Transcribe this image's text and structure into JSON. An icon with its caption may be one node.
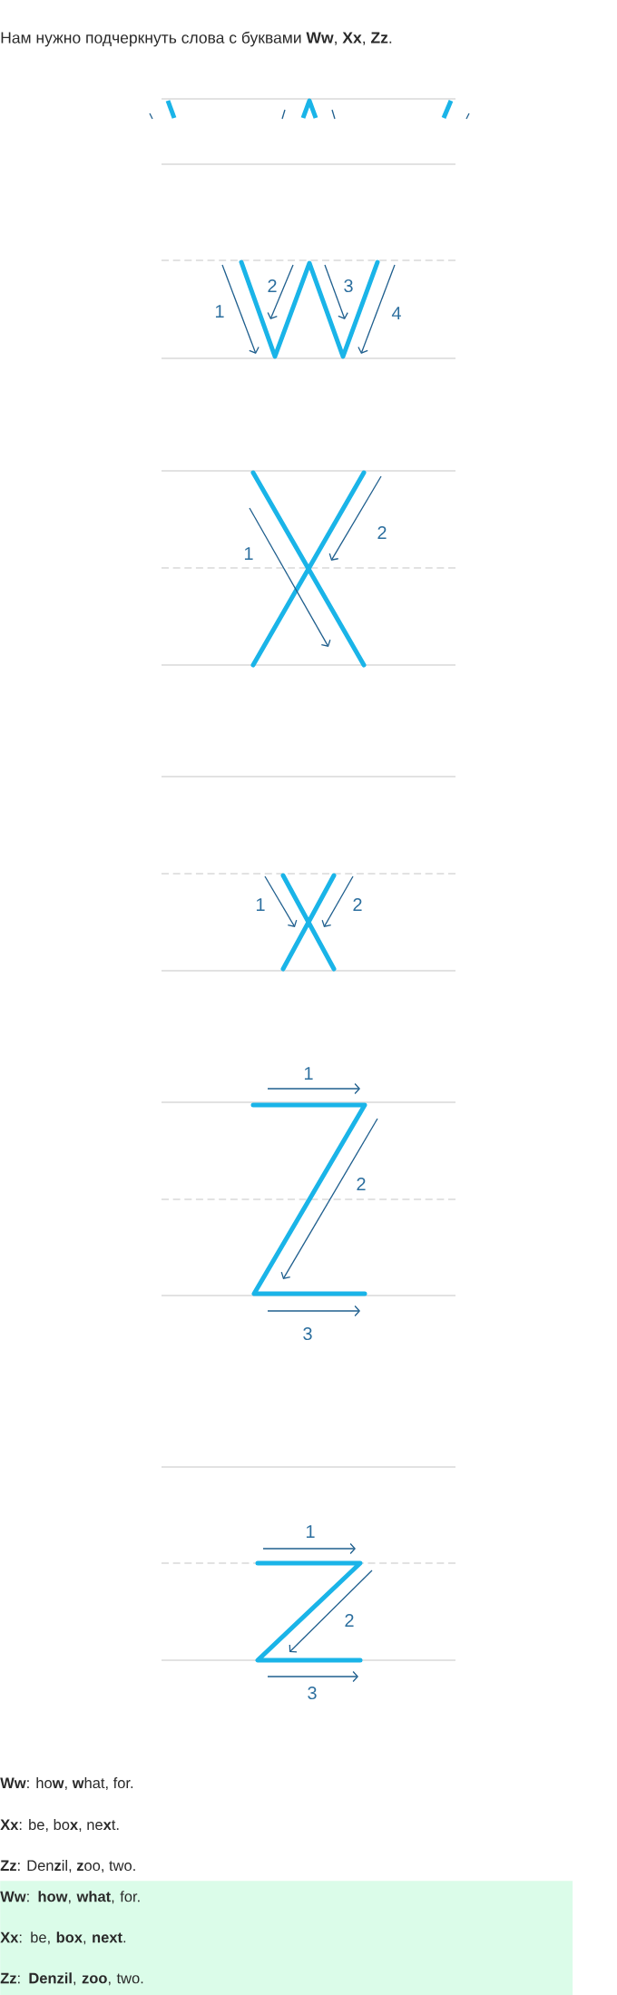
{
  "diagram": {
    "nodes": [
      {
        "text": [
          "**Ww**: **how**, **what**, for.",
          "**Xx**: be, **box**, **next**.",
          "**Zz**: **Denzil**, **zoo**, two."
        ]
      }
    ],
    "labels": [
      "Нам нужно подчеркнуть слова с буквами **Ww**, **Xx**, **Zz**.",
      "1",
      "2",
      "3",
      "4",
      "1",
      "2",
      "1",
      "2",
      "1",
      "2",
      "3",
      "1",
      "2",
      "3",
      "**Ww**: ho**w**, **w**hat, for.",
      "**Xx**: be, bo**x**, ne**x**t.",
      "**Zz**: Den**z**il, **z**oo, two."
    ]
  }
}
